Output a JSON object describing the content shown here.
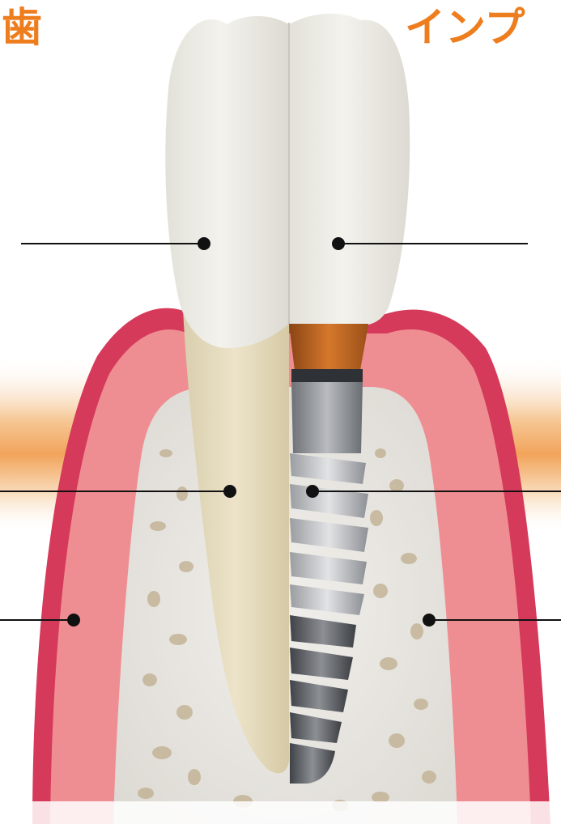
{
  "headings": {
    "left": "歯",
    "right": "インプ"
  },
  "colors": {
    "accent_orange": "#ee7d1e",
    "gum_red": "#d63a5a",
    "gum_pink": "#f08a8f",
    "bone": "#e8e6e2",
    "crown": "#ecebe4",
    "root": "#e6dcc0",
    "abutment_copper": "#c46a21",
    "implant_gray": "#8e9195",
    "leader_line": "#111111"
  },
  "callouts": {
    "natural_crown": {
      "pointer": "natural-crown"
    },
    "implant_crown": {
      "pointer": "implant-crown"
    },
    "natural_root": {
      "pointer": "natural-root"
    },
    "implant_fixture": {
      "pointer": "implant-fixture"
    },
    "gum": {
      "pointer": "gum"
    },
    "bone": {
      "pointer": "jawbone"
    }
  }
}
